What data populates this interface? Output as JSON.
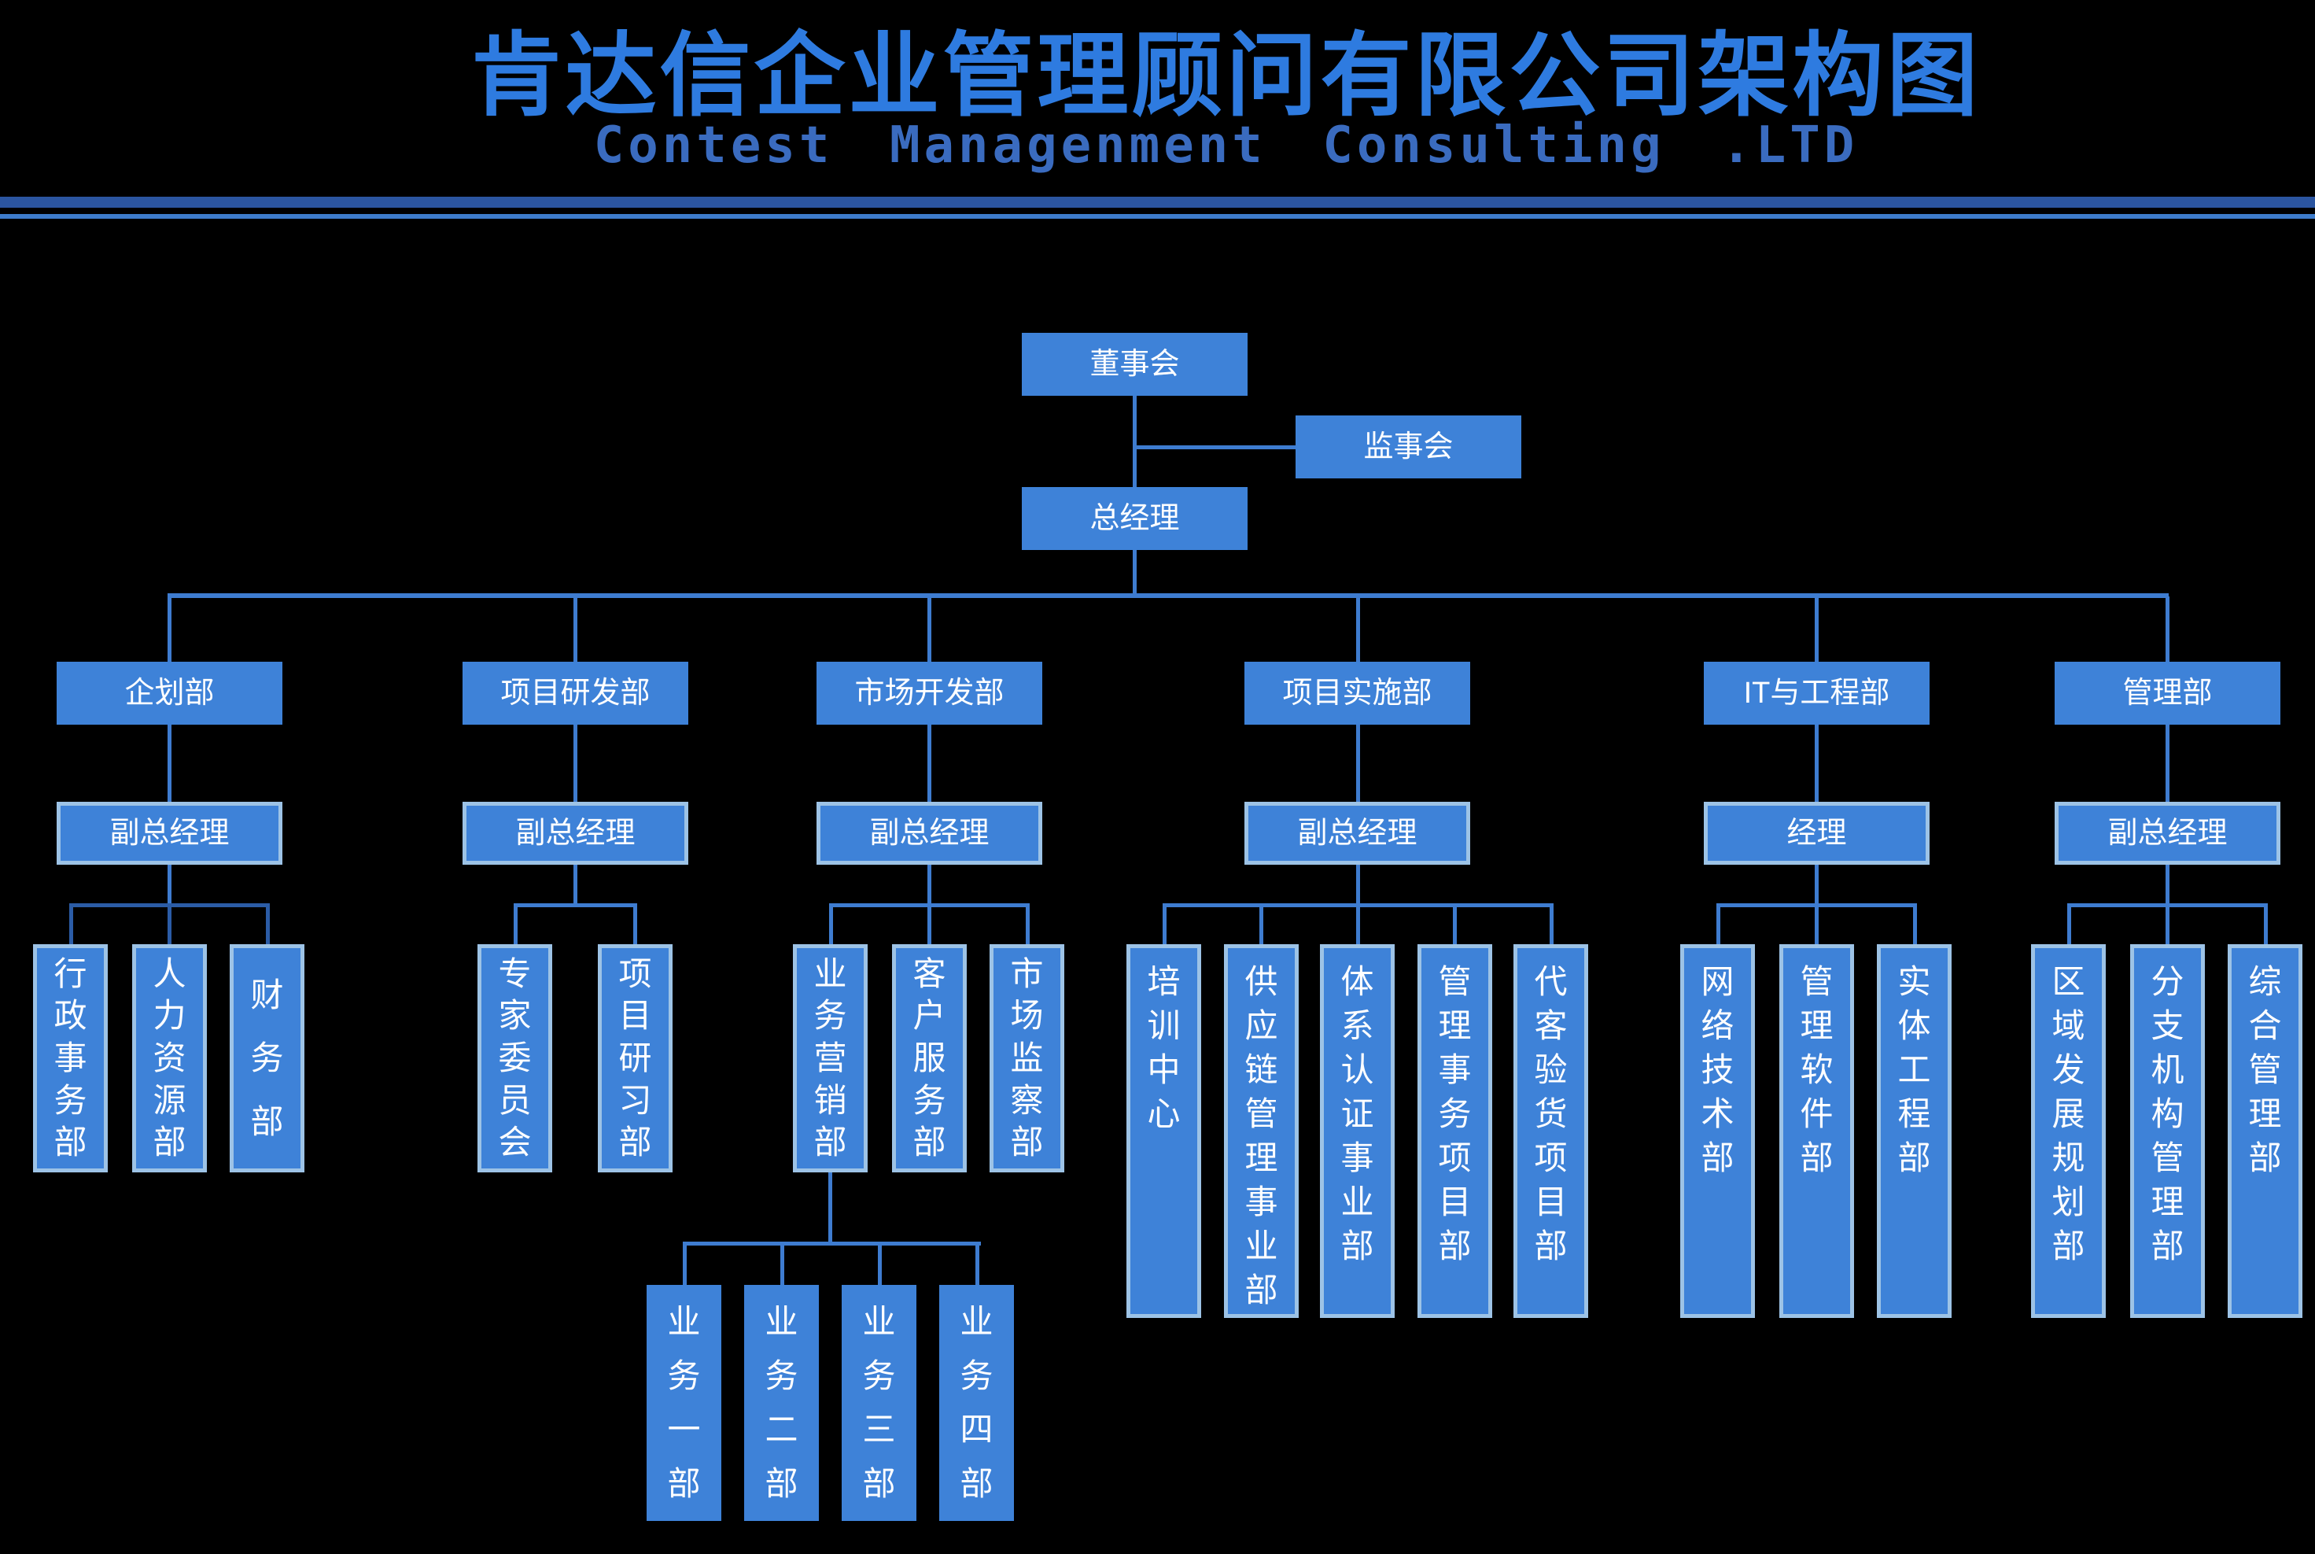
{
  "title": {
    "zh": "肯达信企业管理顾问有限公司架构图",
    "en": "Contest Managenment Consulting .LTD"
  },
  "colors": {
    "background": "#000000",
    "box_fill": "#3E82D8",
    "box_border_light": "#9DC3E6",
    "connector": "#3E7CD0",
    "connector_dark": "#2B5CA6",
    "rule_dark": "#2B55A0",
    "rule_light": "#3E7CCB",
    "title_zh": "#2E7BE0",
    "title_en": "#3A6BBF",
    "box_text": "#FFFFFF"
  },
  "org": {
    "board": "董事会",
    "supervisory": "监事会",
    "gm": "总经理",
    "departments": [
      {
        "label": "企划部",
        "manager": "副总经理",
        "children": [
          "行政事务部",
          "人力资源部",
          "财务部"
        ]
      },
      {
        "label": "项目研发部",
        "manager": "副总经理",
        "children": [
          "专家委员会",
          "项目研习部"
        ]
      },
      {
        "label": "市场开发部",
        "manager": "副总经理",
        "children": [
          "业务营销部",
          "客户服务部",
          "市场监察部"
        ],
        "sub_departments": [
          "业务一部",
          "业务二部",
          "业务三部",
          "业务四部"
        ]
      },
      {
        "label": "项目实施部",
        "manager": "副总经理",
        "children": [
          "培训中心",
          "供应链管理事业部",
          "体系认证事业部",
          "管理事务项目部",
          "代客验货项目部"
        ]
      },
      {
        "label": "IT与工程部",
        "manager": "经理",
        "children": [
          "网络技术部",
          "管理软件部",
          "实体工程部"
        ]
      },
      {
        "label": "管理部",
        "manager": "副总经理",
        "children": [
          "区域发展规划部",
          "分支机构管理部",
          "综合管理部"
        ]
      }
    ]
  }
}
